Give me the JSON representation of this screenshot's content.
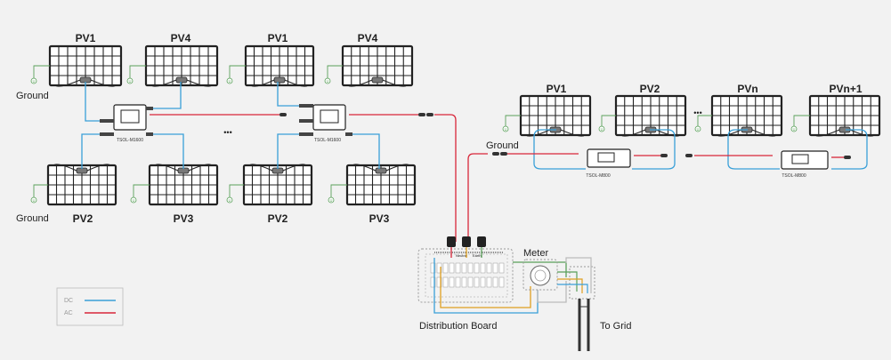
{
  "labels": {
    "ground": "Ground",
    "pv1": "PV1",
    "pv2": "PV2",
    "pv3": "PV3",
    "pv4": "PV4",
    "pvn": "PVn",
    "pvn1": "PVn+1",
    "m1600": "TSOL-M1600",
    "m800": "TSOL-M800",
    "meter": "Meter",
    "distribution_board": "Distribution Board",
    "to_grid": "To Grid",
    "neutral": "Neutral",
    "earth": "Earth",
    "ellipsis": "•••"
  },
  "legend": {
    "dc": "DC",
    "ac": "AC"
  },
  "colors": {
    "dc": "#3aa0d8",
    "ac": "#d8263a",
    "ground": "#5aa05a",
    "neutral": "#e0a020",
    "panel": "#222222",
    "background": "#f2f2f2"
  }
}
